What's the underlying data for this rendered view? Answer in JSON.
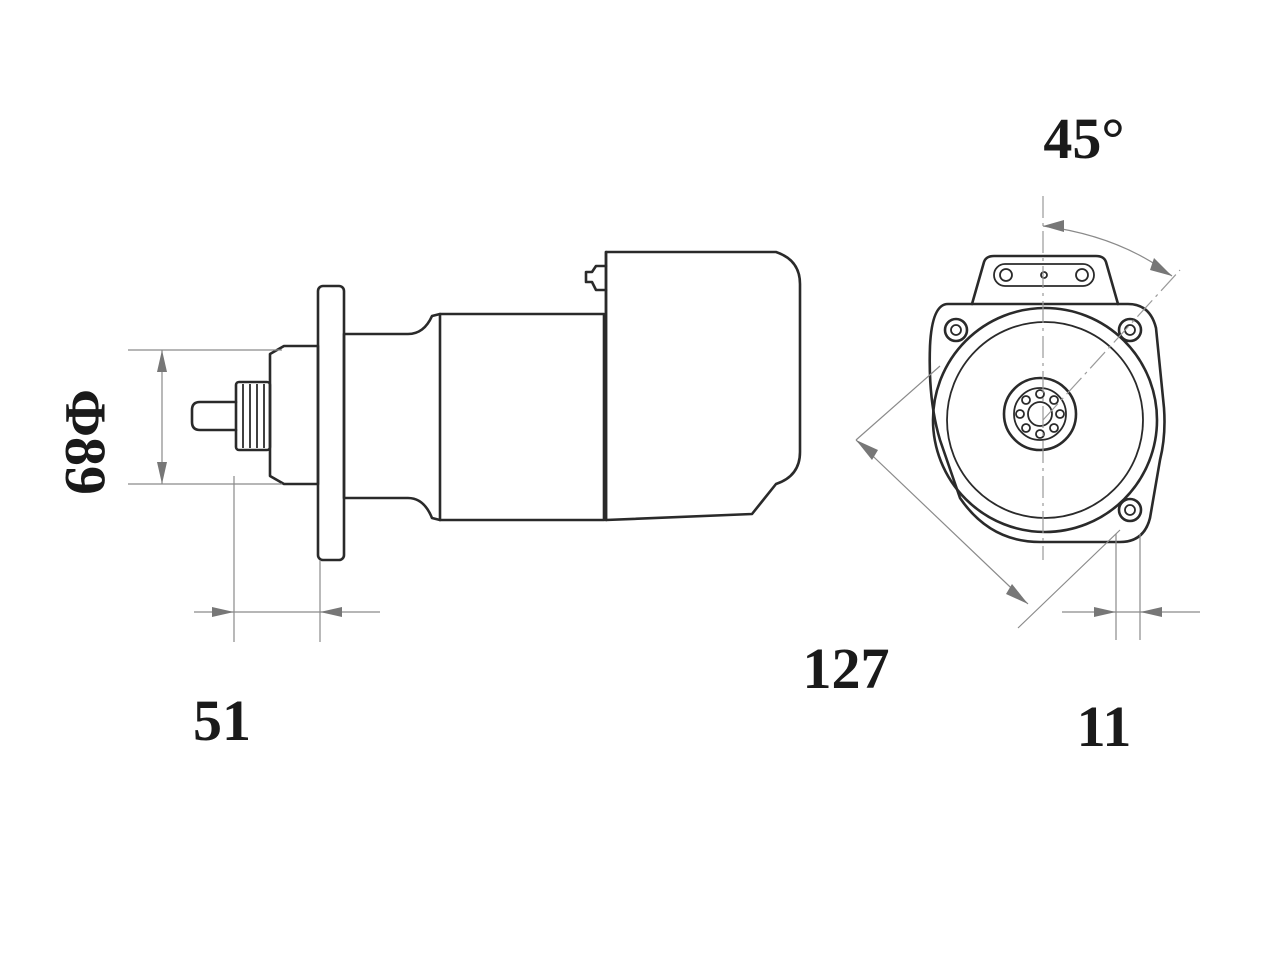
{
  "dimensions": {
    "diameter": "Φ89",
    "pinion_offset": "51",
    "flange_diagonal": "127",
    "flange_thickness": "11",
    "mount_angle": "45°"
  },
  "colors": {
    "line": "#2a2a2a",
    "dimension_line": "#8a8a8a",
    "text": "#1a1a1a",
    "background": "#ffffff"
  }
}
